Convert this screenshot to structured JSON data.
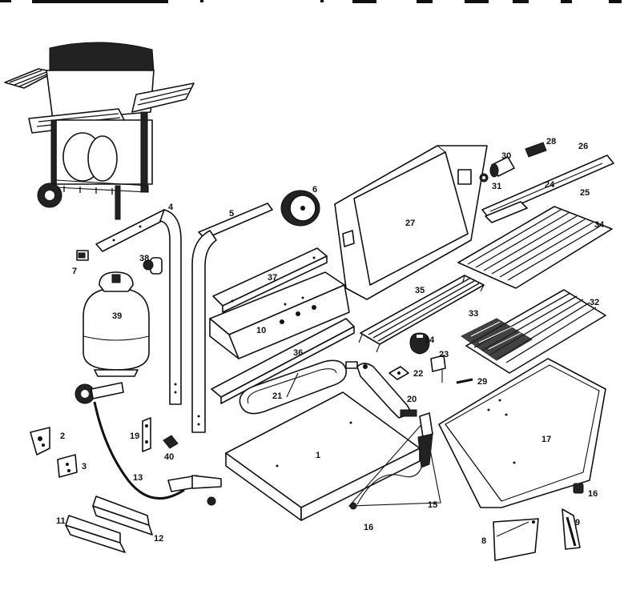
{
  "parts": [
    {
      "key": "p1",
      "number": "1"
    },
    {
      "key": "p2",
      "number": "2"
    },
    {
      "key": "p3",
      "number": "3"
    },
    {
      "key": "p4",
      "number": "4"
    },
    {
      "key": "p5",
      "number": "5"
    },
    {
      "key": "p6",
      "number": "6"
    },
    {
      "key": "p7",
      "number": "7"
    },
    {
      "key": "p8",
      "number": "8"
    },
    {
      "key": "p9",
      "number": "9"
    },
    {
      "key": "p10",
      "number": "10"
    },
    {
      "key": "p11",
      "number": "11"
    },
    {
      "key": "p12",
      "number": "12"
    },
    {
      "key": "p13",
      "number": "13"
    },
    {
      "key": "p14",
      "number": "14"
    },
    {
      "key": "p15",
      "number": "15"
    },
    {
      "key": "p16",
      "number": "16"
    },
    {
      "key": "p16b",
      "number": "16"
    },
    {
      "key": "p17",
      "number": "17"
    },
    {
      "key": "p19",
      "number": "19"
    },
    {
      "key": "p20",
      "number": "20"
    },
    {
      "key": "p21",
      "number": "21"
    },
    {
      "key": "p22",
      "number": "22"
    },
    {
      "key": "p23",
      "number": "23"
    },
    {
      "key": "p24",
      "number": "24"
    },
    {
      "key": "p25",
      "number": "25"
    },
    {
      "key": "p26",
      "number": "26"
    },
    {
      "key": "p27",
      "number": "27"
    },
    {
      "key": "p28",
      "number": "28"
    },
    {
      "key": "p29",
      "number": "29"
    },
    {
      "key": "p30",
      "number": "30"
    },
    {
      "key": "p31",
      "number": "31"
    },
    {
      "key": "p32",
      "number": "32"
    },
    {
      "key": "p33",
      "number": "33"
    },
    {
      "key": "p34",
      "number": "34"
    },
    {
      "key": "p35",
      "number": "35"
    },
    {
      "key": "p36",
      "number": "36"
    },
    {
      "key": "p37",
      "number": "37"
    },
    {
      "key": "p38",
      "number": "38"
    },
    {
      "key": "p39",
      "number": "39"
    },
    {
      "key": "p40",
      "number": "40"
    }
  ]
}
